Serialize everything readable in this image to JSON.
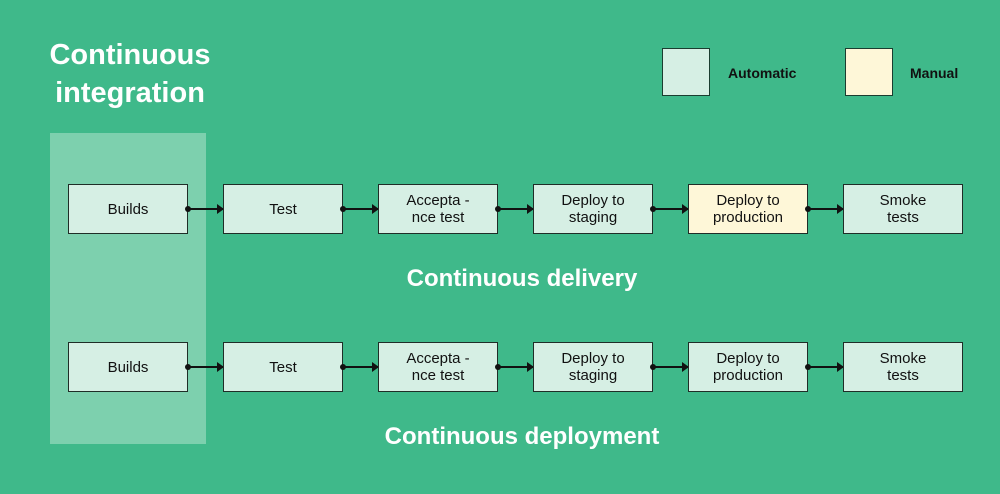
{
  "ci_title": "Continuous\nintegration",
  "legend": {
    "automatic_label": "Automatic",
    "manual_label": "Manual",
    "automatic_color": "#d6efe4",
    "manual_color": "#fef7d8"
  },
  "delivery": {
    "title": "Continuous delivery",
    "steps": [
      {
        "label": "Builds",
        "type": "automatic"
      },
      {
        "label": "Test",
        "type": "automatic"
      },
      {
        "label": "Accepta -\nnce test",
        "type": "automatic"
      },
      {
        "label": "Deploy to\nstaging",
        "type": "automatic"
      },
      {
        "label": "Deploy to\nproduction",
        "type": "manual"
      },
      {
        "label": "Smoke\ntests",
        "type": "automatic"
      }
    ]
  },
  "deployment": {
    "title": "Continuous deployment",
    "steps": [
      {
        "label": "Builds",
        "type": "automatic"
      },
      {
        "label": "Test",
        "type": "automatic"
      },
      {
        "label": "Accepta -\nnce test",
        "type": "automatic"
      },
      {
        "label": "Deploy to\nstaging",
        "type": "automatic"
      },
      {
        "label": "Deploy to\nproduction",
        "type": "automatic"
      },
      {
        "label": "Smoke\ntests",
        "type": "automatic"
      }
    ]
  },
  "background_color": "#3fb98a",
  "ci_panel_color": "#7dd0ae"
}
